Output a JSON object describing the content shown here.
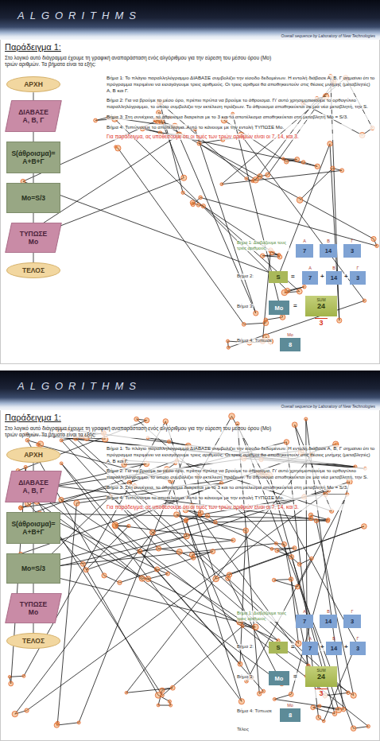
{
  "diagram": {
    "nodes": [
      {
        "text": [
          "ALGORITHMS",
          "Overall sequence by Laboratory of New Technologies"
        ]
      },
      {
        "text": [
          "ΑΡΧΗ"
        ]
      },
      {
        "text": [
          "ΔΙΑΒΑΣΕ Α, Β, Γ"
        ]
      },
      {
        "text": [
          "S(άθροισμα)= Α+Β+Γ"
        ]
      },
      {
        "text": [
          "Mo=S/3"
        ]
      },
      {
        "text": [
          "ΤΥΠΩΣΕ Mo"
        ]
      },
      {
        "text": [
          "ΤΕΛΟΣ"
        ]
      },
      {
        "text": [
          "A",
          "7"
        ]
      },
      {
        "text": [
          "B",
          "14"
        ]
      },
      {
        "text": [
          "Γ",
          "3"
        ]
      },
      {
        "text": [
          "S"
        ]
      },
      {
        "text": [
          "A",
          "7"
        ]
      },
      {
        "text": [
          "B",
          "14"
        ]
      },
      {
        "text": [
          "Γ",
          "3"
        ]
      },
      {
        "text": [
          "Mo"
        ]
      },
      {
        "text": [
          "SUM",
          "24"
        ]
      },
      {
        "text": [
          "Mo",
          "8"
        ]
      },
      {
        "text": [
          "ALGORITHMS",
          "Overall sequence by Laboratory of New Technologies"
        ]
      },
      {
        "text": [
          "ΑΡΧΗ"
        ]
      },
      {
        "text": [
          "ΔΙΑΒΑΣΕ Α, Β, Γ"
        ]
      },
      {
        "text": [
          "S(άθροισμα)= Α+Β+Γ"
        ]
      },
      {
        "text": [
          "Mo=S/3"
        ]
      },
      {
        "text": [
          "ΤΥΠΩΣΕ Mo"
        ]
      },
      {
        "text": [
          "ΤΕΛΟΣ"
        ]
      },
      {
        "text": [
          "A",
          "7"
        ]
      },
      {
        "text": [
          "B",
          "14"
        ]
      },
      {
        "text": [
          "Γ",
          "3"
        ]
      },
      {
        "text": [
          "S"
        ]
      },
      {
        "text": [
          "A",
          "7"
        ]
      },
      {
        "text": [
          "B",
          "14"
        ]
      },
      {
        "text": [
          "Γ",
          "3"
        ]
      },
      {
        "text": [
          "Mo"
        ]
      },
      {
        "text": [
          "SUM",
          "24"
        ]
      },
      {
        "text": [
          "Mo",
          "8"
        ]
      }
    ],
    "edges": [
      {
        "from": 1,
        "to": 2,
        "arrow": "none"
      },
      {
        "from": 2,
        "to": 3,
        "arrow": "none"
      },
      {
        "from": 3,
        "to": 4,
        "arrow": "none"
      },
      {
        "from": 4,
        "to": 5,
        "arrow": "none"
      },
      {
        "from": 5,
        "to": 6,
        "arrow": "none"
      },
      {
        "from": 18,
        "to": 19,
        "arrow": "none"
      },
      {
        "from": 19,
        "to": 20,
        "arrow": "none"
      },
      {
        "from": 20,
        "to": 21,
        "arrow": "none"
      },
      {
        "from": 21,
        "to": 22,
        "arrow": "none"
      },
      {
        "from": 22,
        "to": 23,
        "arrow": "none"
      }
    ],
    "labels": [
      "Παράδειγμα 1:",
      "Στο λογικό αυτό διάγραμμα έχουμε τη γραφική αναπαράσταση ενός αλγόριθμου για την εύρεση του μέσου όρου (Μο) τριών αριθμών. Τα βήματα είναι τα εξής:",
      "Βήμα 1: Το πλάγιο παραλληλόγραμμο ΔΙΑΒΑΣΕ συμβολίζει την είσοδο δεδομένων. Η εντολή διάβασε Α, Β, Γ σημαίνει ότι το πρόγραμμα περιμένει να εισαγάγουμε τρεις αριθμούς. Οι τρεις αριθμοί θα αποθηκευτούν στις θέσεις μνήμης (μεταβλητές) Α, Β και Γ.",
      "Βήμα 2: Για να βρούμε το μέσο όρο, πρέπει πρώτα να βρούμε το άθροισμα. Γι' αυτό χρησιμοποιούμε το ορθογώνιο παραλληλόγραμμο, το οποίο συμβολίζει την εκτέλεση πράξεων. Το άθροισμα αποθηκεύεται σε μια νέα μεταβλητή, την S.",
      "Βήμα 3: Στη συνέχεια, το άθροισμα διαιρείται με το 3 και το αποτέλεσμα αποθηκεύεται στη μεταβλητή Mo = S/3.",
      "Βήμα 4: Τυπώνουμε το αποτέλεσμα. Αυτό το κάνουμε με την εντολή ΤΥΠΩΣΕ Mo.",
      "Για παράδειγμα, ας υποθέσουμε ότι οι τιμές των τριών αριθμών είναι οι 7, 14, και 3.",
      "Βήμα 1: Διαβάζουμε τους τρεις αριθμούς",
      "Βήμα 2:",
      "=",
      "+",
      "+",
      "Βήμα 3:",
      "=",
      "3",
      "Βήμα 4: Τύπωσε",
      "Παράδειγμα 1:",
      "Στο λογικό αυτό διάγραμμα έχουμε τη γραφική αναπαράσταση ενός αλγόριθμου για την εύρεση του μέσου όρου (Μο) τριών αριθμών. Τα βήματα είναι τα εξής:",
      "Βήμα 1: Το πλάγιο παραλληλόγραμμο ΔΙΑΒΑΣΕ συμβολίζει την είσοδο δεδομένων. Η εντολή διάβασε Α, Β, Γ σημαίνει ότι το πρόγραμμα περιμένει να εισαγάγουμε τρεις αριθμούς. Οι τρεις αριθμοί θα αποθηκευτούν στις θέσεις μνήμης (μεταβλητές) Α, Β και Γ.",
      "Βήμα 2: Για να βρούμε το μέσο όρο, πρέπει πρώτα να βρούμε το άθροισμα. Γι' αυτό χρησιμοποιούμε το ορθογώνιο παραλληλόγραμμο, το οποίο συμβολίζει την εκτέλεση πράξεων. Το άθροισμα αποθηκεύεται σε μια νέα μεταβλητή, την S.",
      "Βήμα 3: Στη συνέχεια, το άθροισμα διαιρείται με το 3 και το αποτέλεσμα αποθηκεύεται στη μεταβλητή Mo = S/3.",
      "Βήμα 4: Τυπώνουμε το αποτέλεσμα. Αυτό το κάνουμε με την εντολή ΤΥΠΩΣΕ Mo.",
      "Για παράδειγμα, ας υποθέσουμε ότι οι τιμές των τριών αριθμών είναι οι 7, 14, και 3.",
      "Βήμα 1: Διαβάζουμε τους τρεις αριθμούς",
      "Βήμα 2:",
      "=",
      "+",
      "+",
      "Βήμα 3:",
      "=",
      "3",
      "Βήμα 4: Τύπωσε",
      "Τέλος"
    ]
  }
}
